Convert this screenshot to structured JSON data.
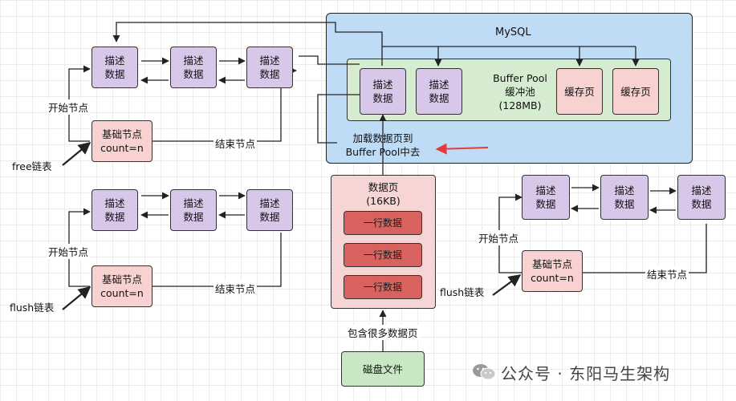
{
  "mysql": {
    "title": "MySQL"
  },
  "buffer_pool": {
    "title": "Buffer Pool\n缓冲池\n(128MB)",
    "desc_nodes": [
      "描述\n数据",
      "描述\n数据"
    ],
    "cache_pages": [
      "缓存页",
      "缓存页"
    ]
  },
  "load_label": "加载数据页到\nBuffer Pool中去",
  "data_page": {
    "title": "数据页\n(16KB)",
    "rows": [
      "一行数据",
      "一行数据",
      "一行数据"
    ]
  },
  "contains_label": "包含很多数据页",
  "disk_file": "磁盘文件",
  "free_list": {
    "nodes": [
      "描述\n数据",
      "描述\n数据",
      "描述\n数据"
    ],
    "base_node": "基础节点\ncount=n",
    "start_label": "开始节点",
    "end_label": "结束节点",
    "list_name": "free链表"
  },
  "flush_list_left": {
    "nodes": [
      "描述\n数据",
      "描述\n数据",
      "描述\n数据"
    ],
    "base_node": "基础节点\ncount=n",
    "start_label": "开始节点",
    "end_label": "结束节点",
    "list_name": "flush链表"
  },
  "flush_list_right": {
    "nodes": [
      "描述\n数据",
      "描述\n数据",
      "描述\n数据"
    ],
    "base_node": "基础节点\ncount=n",
    "start_label": "开始节点",
    "end_label": "结束节点",
    "list_name": "flush链表"
  },
  "watermark": "公众号 · 东阳马生架构",
  "colors": {
    "desc": "#d9c7ea",
    "base": "#f8d1d1",
    "row": "#d9625f",
    "mysql": "#bfdcf7",
    "buffer_pool": "#d6ecd0",
    "disk": "#c9e7c4",
    "red_arrow": "#e23b3b"
  }
}
